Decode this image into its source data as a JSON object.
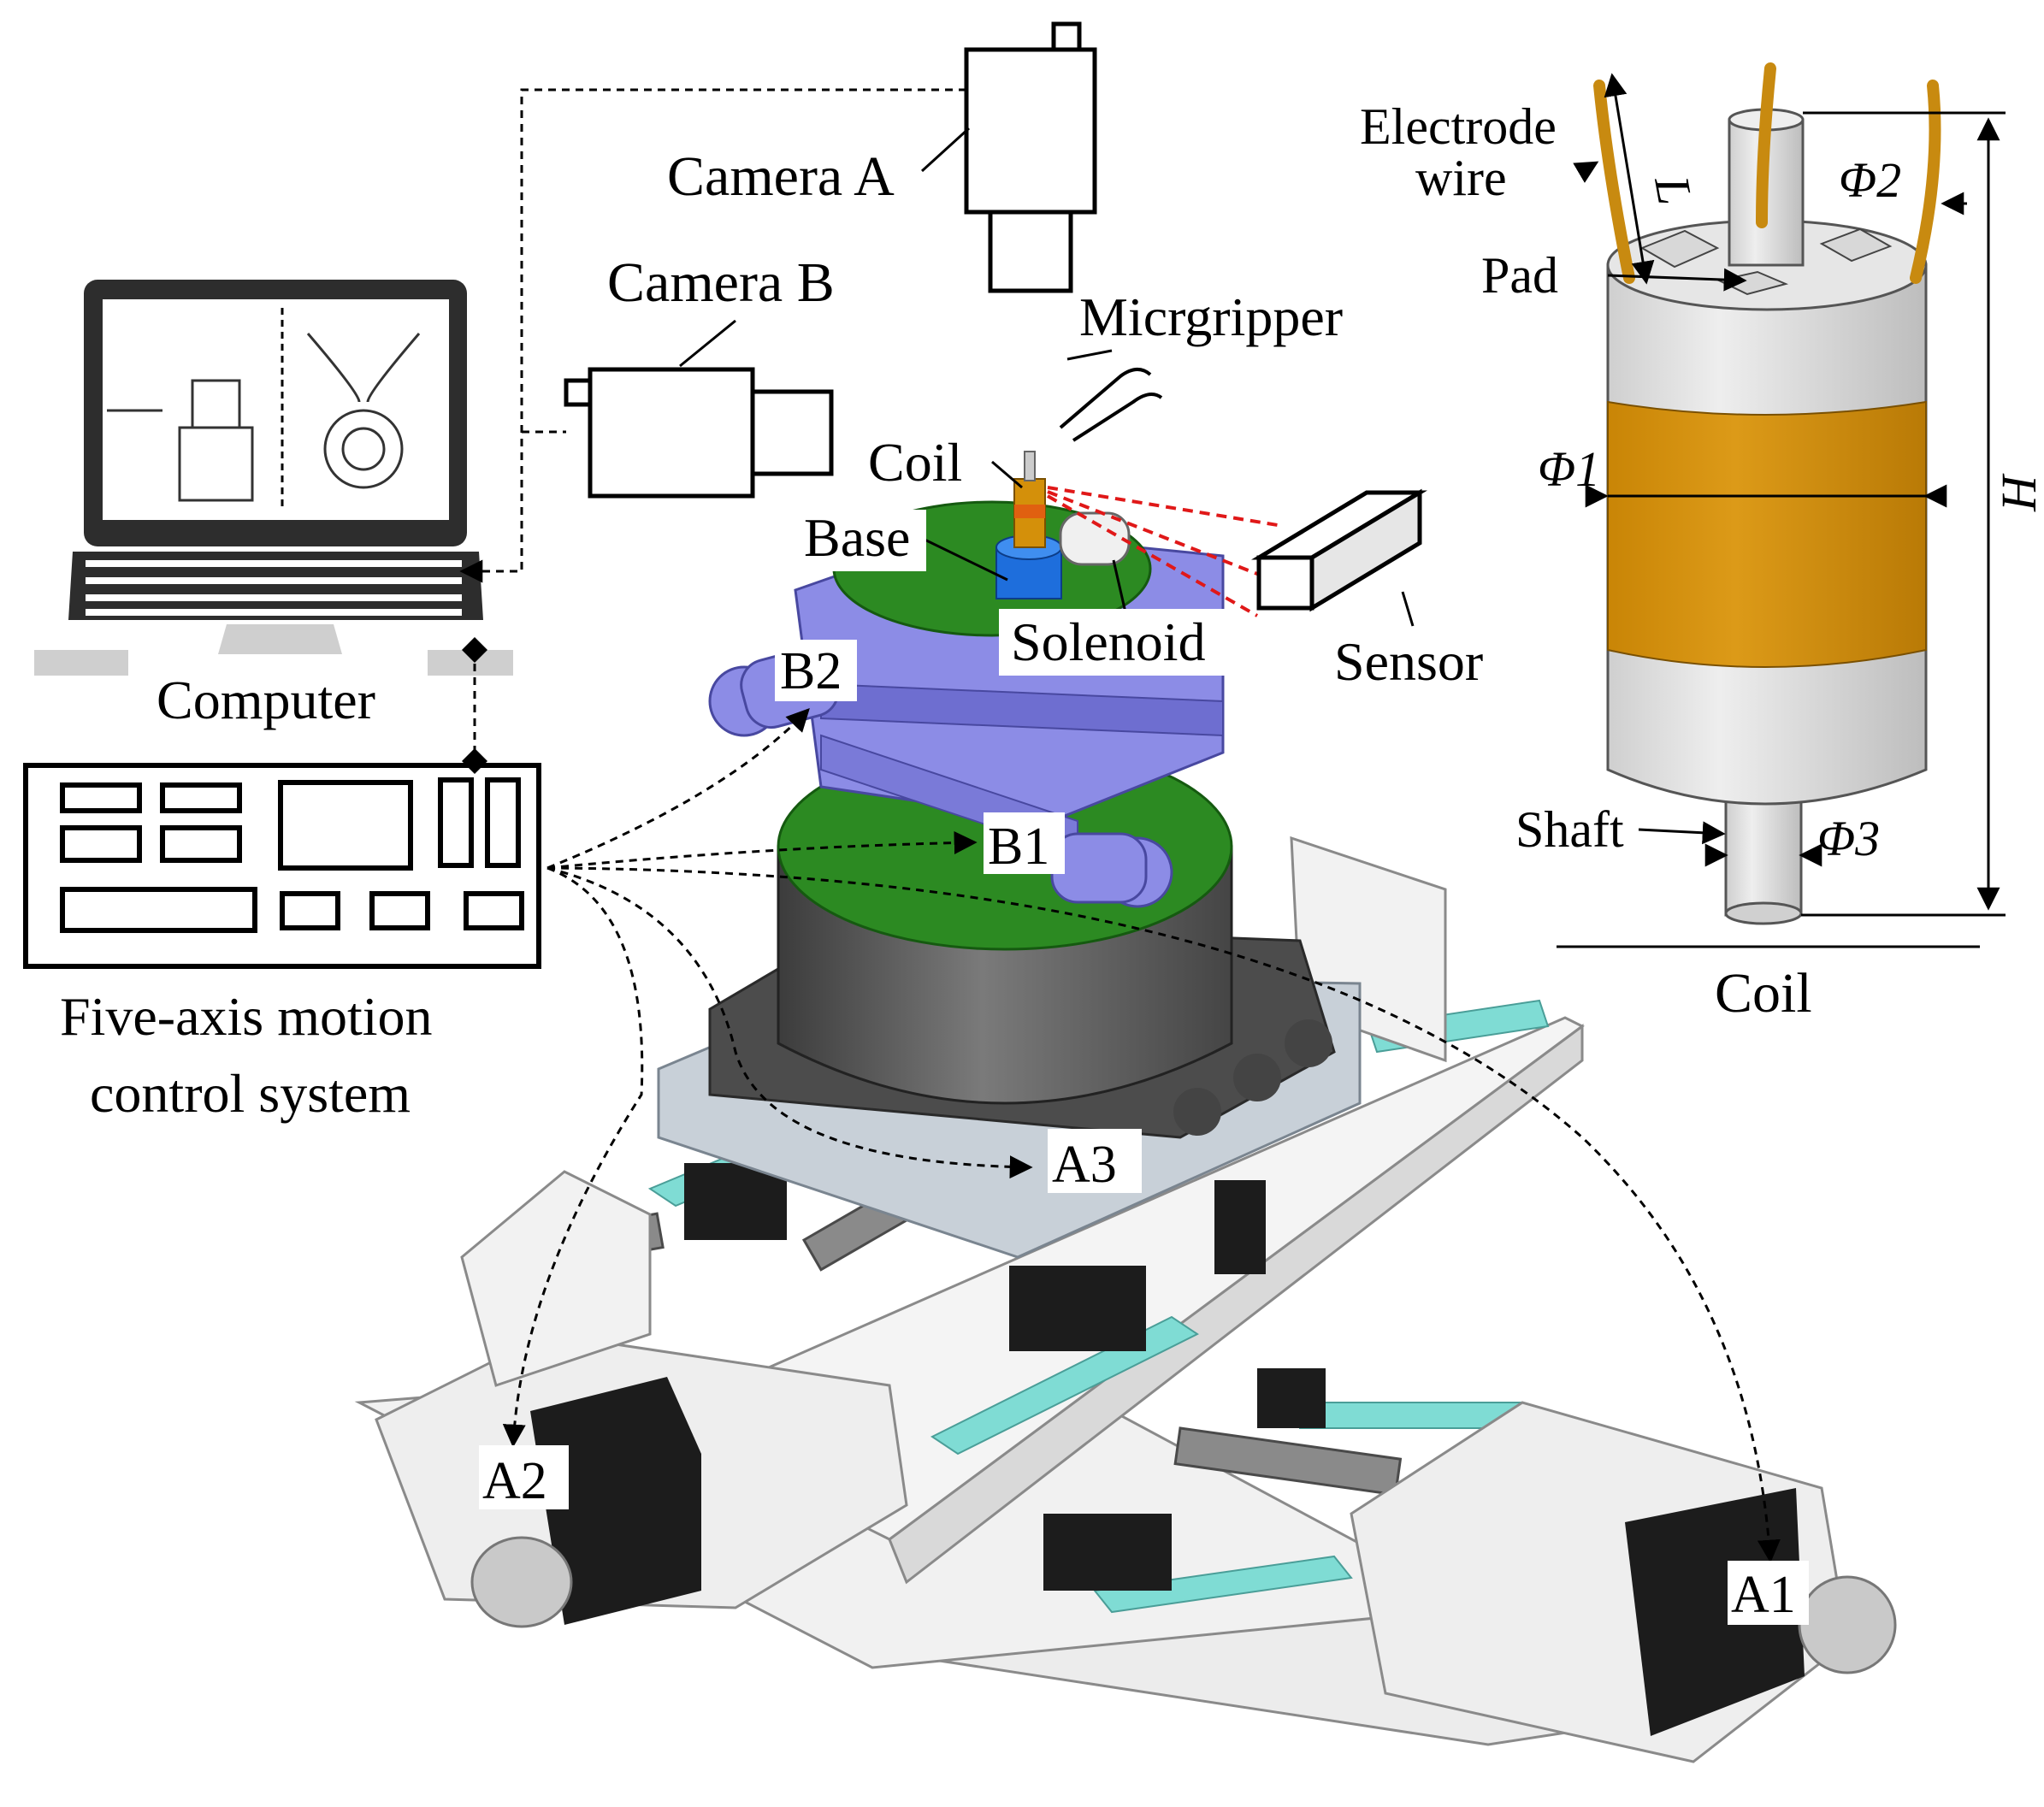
{
  "labels": {
    "camera_a": "Camera A",
    "camera_b": "Camera B",
    "microgripper": "Micrgripper",
    "coil_small": "Coil",
    "base": "Base",
    "solenoid": "Solenoid",
    "sensor": "Sensor",
    "computer": "Computer",
    "controller_line1": "Five-axis motion",
    "controller_line2": "control system",
    "b1": "B1",
    "b2": "B2",
    "a1": "A1",
    "a2": "A2",
    "a3": "A3",
    "electrode_line1": "Electrode",
    "electrode_line2": "wire",
    "pad": "Pad",
    "shaft": "Shaft",
    "phi1": "Φ1",
    "phi2": "Φ2",
    "phi3": "Φ3",
    "dim_h": "H",
    "dim_l": "L",
    "coil_caption": "Coil"
  },
  "colors": {
    "coil_band": "#D4900A",
    "coil_body": "#E3E3E3",
    "stage_green": "#1E8C16",
    "stage_purple": "#8C8CE6",
    "rail_cyan": "#7FDCD4",
    "motor_black": "#1C1C1C",
    "housing_gray": "#5A5A5A",
    "laser_red": "#E01818",
    "base_blue": "#1E6EDC"
  }
}
